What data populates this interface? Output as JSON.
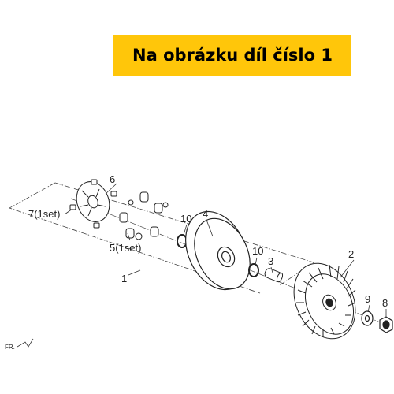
{
  "banner": {
    "text": "Na obrázku díl číslo 1",
    "background": "#ffc60a"
  },
  "diagram": {
    "part_labels": {
      "p1": "1",
      "p2": "2",
      "p3": "3",
      "p4": "4",
      "p5": "5(1set)",
      "p6": "6",
      "p7": "7(1set)",
      "p8": "8",
      "p9": "9",
      "p10a": "10",
      "p10b": "10"
    },
    "direction_label": "FR.",
    "line_color": "#333333"
  }
}
